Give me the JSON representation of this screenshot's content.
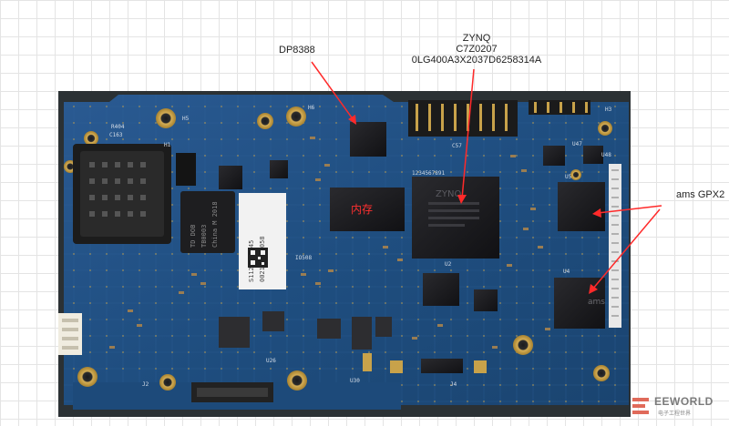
{
  "labels": {
    "dp8388": "DP8388",
    "zynq_line1": "ZYNQ",
    "zynq_line2": "C7Z0207",
    "zynq_line3": "0LG400A3X2037D6258314A",
    "gpx2": "ams GPX2"
  },
  "board_marks": {
    "memory": "内存",
    "zynq_chip": "ZYNQ",
    "sticker_text": "S1120101145",
    "sticker_text2": "002197000058",
    "silk_top_row": "1234567891",
    "silk_u2": "U2",
    "silk_u4": "U4",
    "silk_u5": "U5",
    "silk_u47": "U47",
    "silk_u48": "U48",
    "silk_h1": "H1",
    "silk_h3": "H3",
    "silk_h5": "H5",
    "silk_h6": "H6",
    "silk_r404": "R404",
    "silk_u26": "U26",
    "silk_u30": "U30",
    "silk_j2": "J2",
    "silk_j4": "J4",
    "silk_c163": "C163",
    "silk_c57": "C57",
    "silk_ams": "ams",
    "silk_io": "IO508",
    "transformer": "TD DOB",
    "transformer2": "TB0003",
    "transformer3": "China M 2018"
  },
  "watermark": {
    "brand": "EEWORLD",
    "sub": "电子工程世界"
  },
  "colors": {
    "pcb": "#1f4e80",
    "pcb_dark": "#163a62",
    "annotation_arrow": "#ff2a2a",
    "pad_gold": "#c8a24a",
    "chip": "#1b1b1e",
    "background": "#ffffff",
    "grid": "#e4e4e4"
  }
}
